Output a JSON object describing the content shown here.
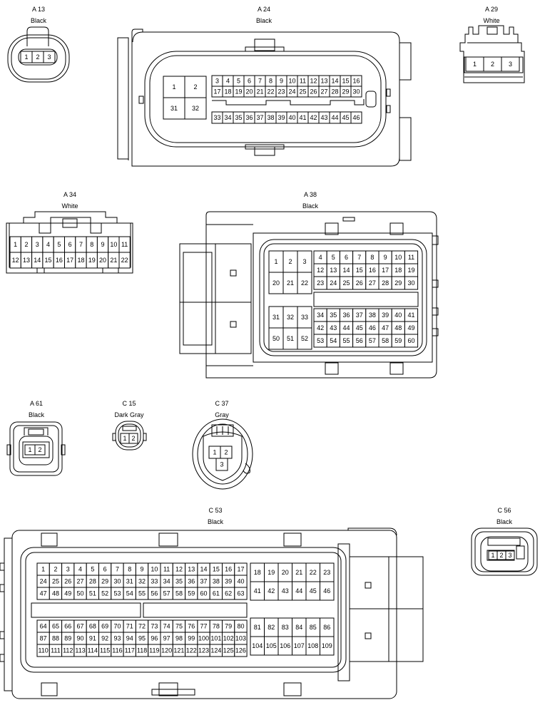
{
  "connectors": {
    "a13": {
      "id": "A 13",
      "color": "Black",
      "pins": [
        "1",
        "2",
        "3"
      ]
    },
    "a24": {
      "id": "A 24",
      "color": "Black",
      "block": [
        "1",
        "2",
        "31",
        "32"
      ],
      "row1": [
        "3",
        "4",
        "5",
        "6",
        "7",
        "8",
        "9",
        "10",
        "11",
        "12",
        "13",
        "14",
        "15",
        "16"
      ],
      "row2": [
        "17",
        "18",
        "19",
        "20",
        "21",
        "22",
        "23",
        "24",
        "25",
        "26",
        "27",
        "28",
        "29",
        "30"
      ],
      "row3": [
        "33",
        "34",
        "35",
        "36",
        "37",
        "38",
        "39",
        "40",
        "41",
        "42",
        "43",
        "44",
        "45",
        "46"
      ]
    },
    "a29": {
      "id": "A 29",
      "color": "White",
      "pins": [
        "1",
        "2",
        "3"
      ]
    },
    "a34": {
      "id": "A 34",
      "color": "White",
      "row1": [
        "1",
        "2",
        "3",
        "4",
        "5",
        "6",
        "7",
        "8",
        "9",
        "10",
        "11"
      ],
      "row2": [
        "12",
        "13",
        "14",
        "15",
        "16",
        "17",
        "18",
        "19",
        "20",
        "21",
        "22"
      ]
    },
    "a38": {
      "id": "A 38",
      "color": "Black",
      "lt": [
        [
          "1",
          "2",
          "3"
        ],
        [
          "20",
          "21",
          "22"
        ]
      ],
      "rt": [
        [
          "4",
          "5",
          "6",
          "7",
          "8",
          "9",
          "10",
          "11"
        ],
        [
          "12",
          "13",
          "14",
          "15",
          "16",
          "17",
          "18",
          "19"
        ],
        [
          "23",
          "24",
          "25",
          "26",
          "27",
          "28",
          "29",
          "30"
        ]
      ],
      "lb": [
        [
          "31",
          "32",
          "33"
        ],
        [
          "50",
          "51",
          "52"
        ]
      ],
      "rb": [
        [
          "34",
          "35",
          "36",
          "37",
          "38",
          "39",
          "40",
          "41"
        ],
        [
          "42",
          "43",
          "44",
          "45",
          "46",
          "47",
          "48",
          "49"
        ],
        [
          "53",
          "54",
          "55",
          "56",
          "57",
          "58",
          "59",
          "60"
        ]
      ]
    },
    "a61": {
      "id": "A 61",
      "color": "Black",
      "pins": [
        "1",
        "2"
      ]
    },
    "c15": {
      "id": "C 15",
      "color": "Dark Gray",
      "pins": [
        "1",
        "2"
      ]
    },
    "c37": {
      "id": "C 37",
      "color": "Gray",
      "pins": [
        "1",
        "2",
        "3"
      ]
    },
    "c53": {
      "id": "C 53",
      "color": "Black",
      "lt": [
        [
          "1",
          "2",
          "3",
          "4",
          "5",
          "6",
          "7",
          "8",
          "9",
          "10",
          "11",
          "12",
          "13",
          "14",
          "15",
          "16",
          "17"
        ],
        [
          "24",
          "25",
          "26",
          "27",
          "28",
          "29",
          "30",
          "31",
          "32",
          "33",
          "34",
          "35",
          "36",
          "37",
          "38",
          "39",
          "40"
        ],
        [
          "47",
          "48",
          "49",
          "50",
          "51",
          "52",
          "53",
          "54",
          "55",
          "56",
          "57",
          "58",
          "59",
          "60",
          "61",
          "62",
          "63"
        ]
      ],
      "rt": [
        [
          "18",
          "19",
          "20",
          "21",
          "22",
          "23"
        ],
        [
          "41",
          "42",
          "43",
          "44",
          "45",
          "46"
        ]
      ],
      "lb": [
        [
          "64",
          "65",
          "66",
          "67",
          "68",
          "69",
          "70",
          "71",
          "72",
          "73",
          "74",
          "75",
          "76",
          "77",
          "78",
          "79",
          "80"
        ],
        [
          "87",
          "88",
          "89",
          "90",
          "91",
          "92",
          "93",
          "94",
          "95",
          "96",
          "97",
          "98",
          "99",
          "100",
          "101",
          "102",
          "103"
        ],
        [
          "110",
          "111",
          "112",
          "113",
          "114",
          "115",
          "116",
          "117",
          "118",
          "119",
          "120",
          "121",
          "122",
          "123",
          "124",
          "125",
          "126"
        ]
      ],
      "rb": [
        [
          "81",
          "82",
          "83",
          "84",
          "85",
          "86"
        ],
        [
          "104",
          "105",
          "106",
          "107",
          "108",
          "109"
        ]
      ]
    },
    "c56": {
      "id": "C 56",
      "color": "Black",
      "pins": [
        "1",
        "2",
        "3"
      ]
    }
  }
}
